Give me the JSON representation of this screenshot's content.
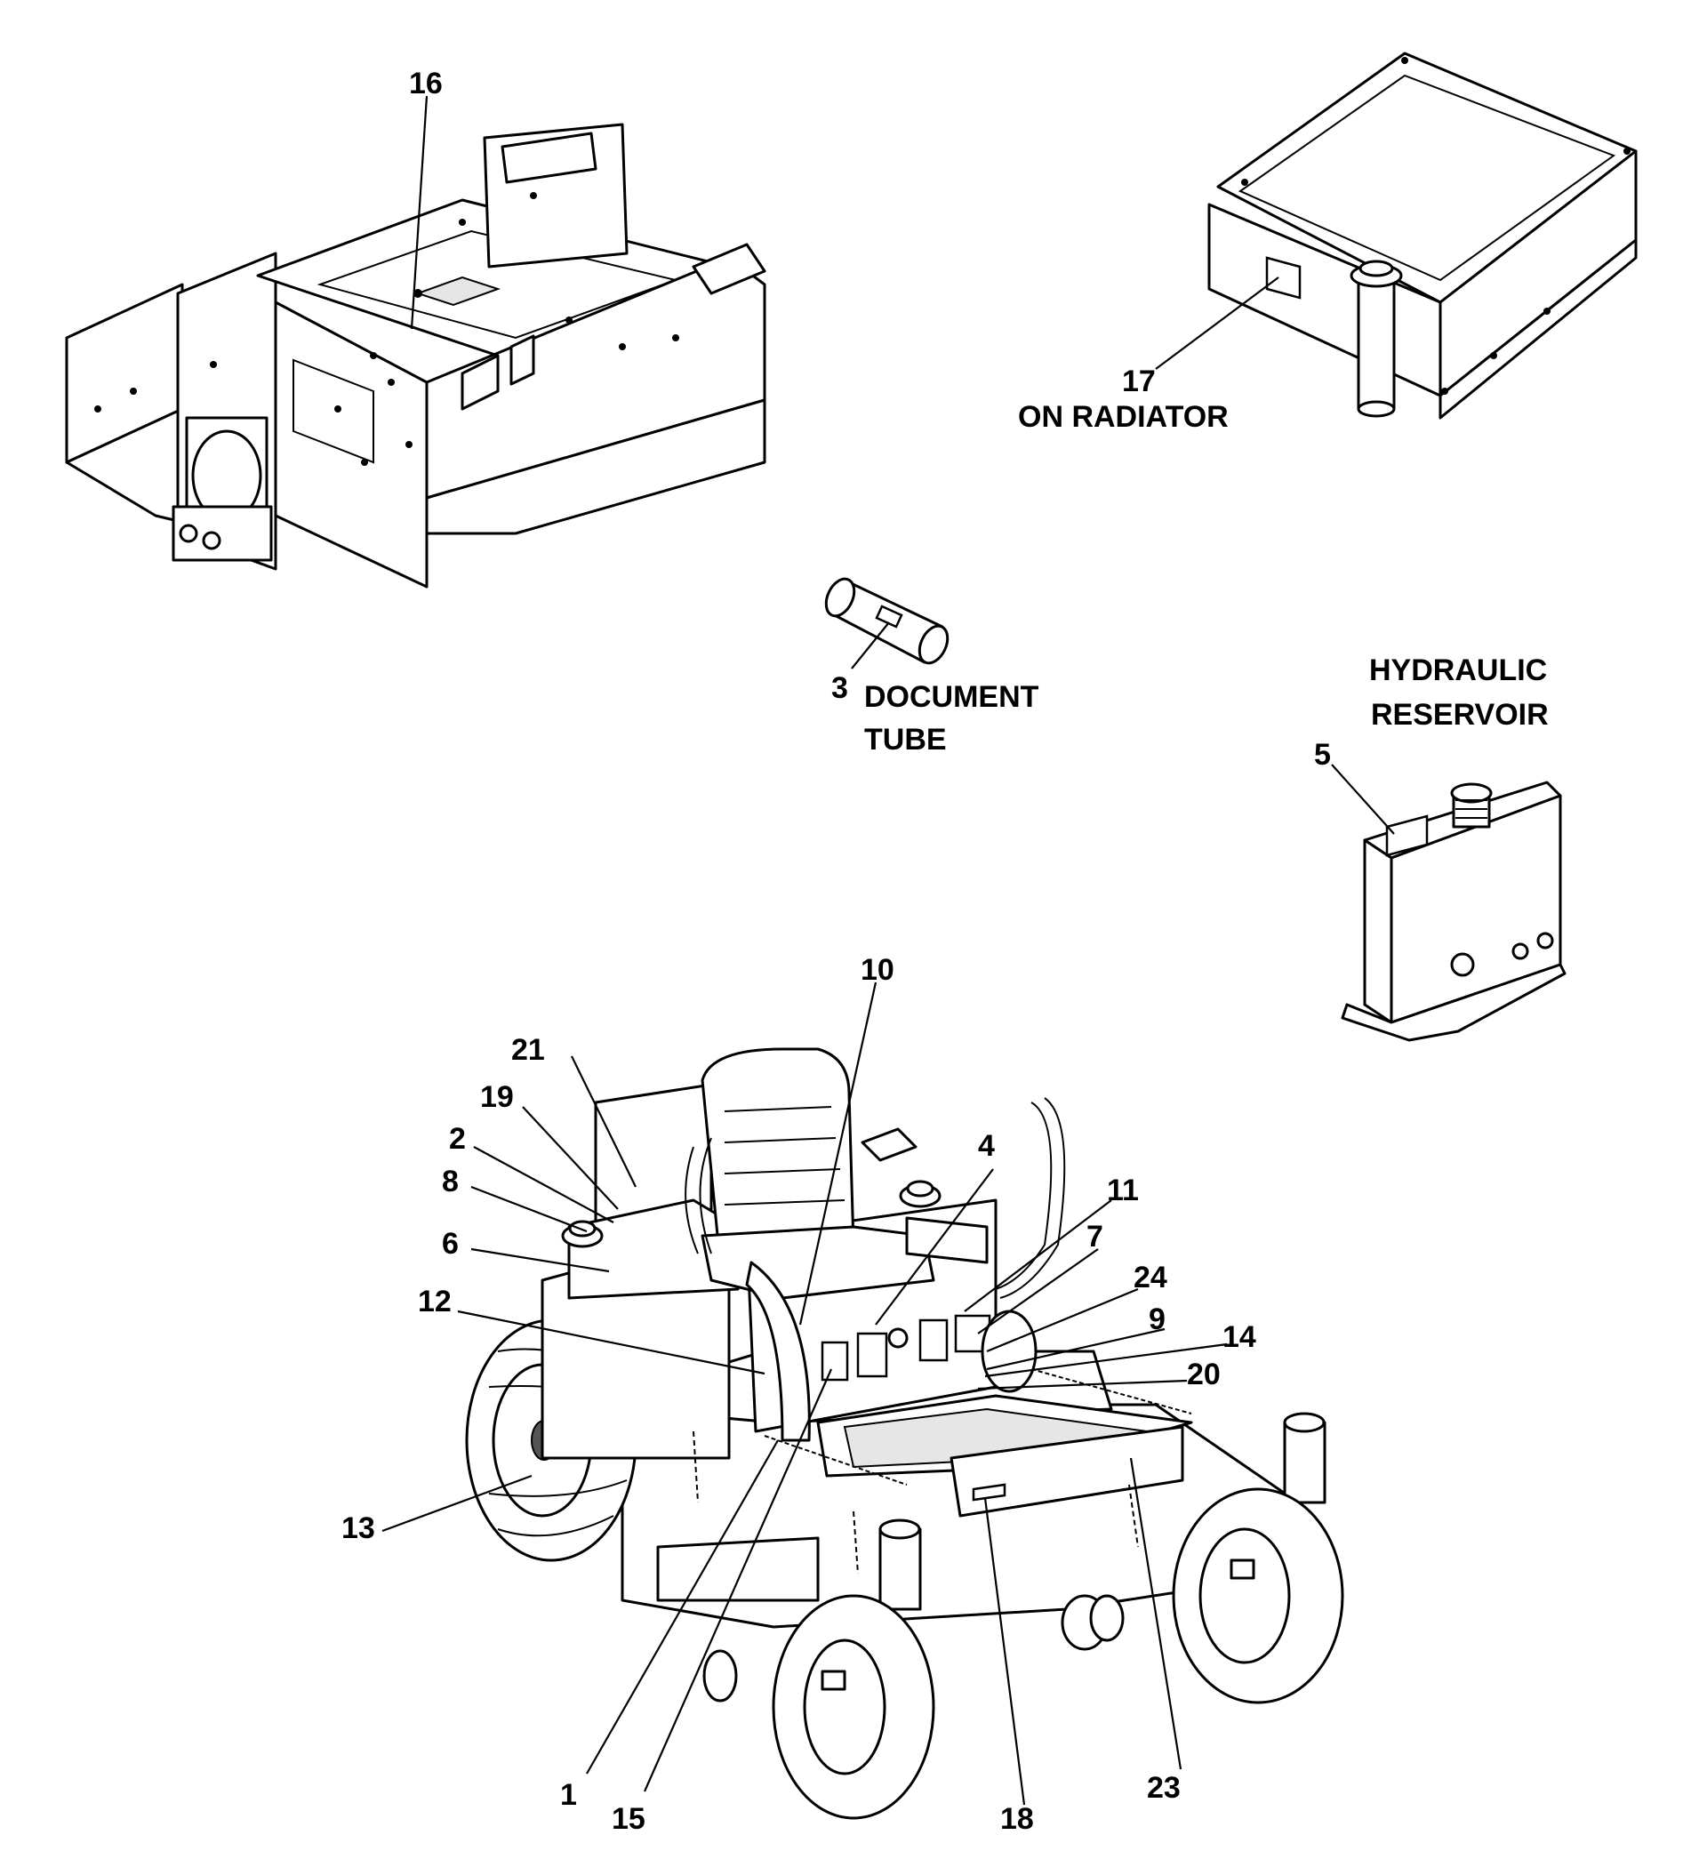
{
  "diagram": {
    "callouts": [
      "16",
      "17",
      "3",
      "5",
      "10",
      "21",
      "19",
      "2",
      "8",
      "6",
      "12",
      "13",
      "4",
      "11",
      "7",
      "24",
      "9",
      "14",
      "20",
      "1",
      "15",
      "18",
      "23"
    ],
    "captions": {
      "radiator": "ON RADIATOR",
      "document_tube_line1": "DOCUMENT",
      "document_tube_line2": "TUBE",
      "hydraulic_line1": "HYDRAULIC",
      "hydraulic_line2": "RESERVOIR"
    }
  }
}
